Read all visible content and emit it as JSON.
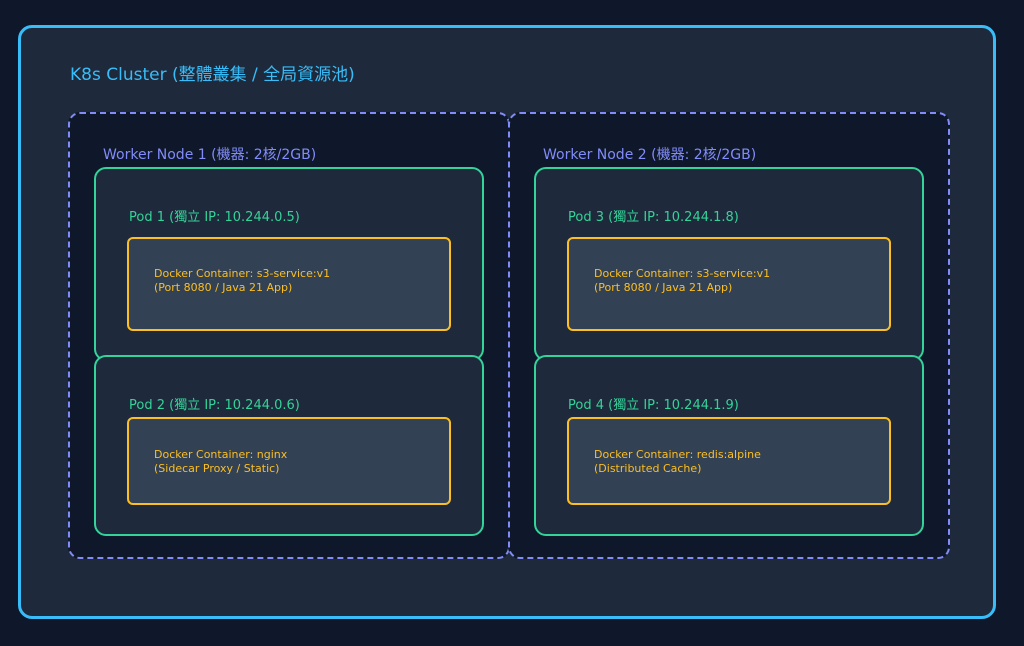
{
  "cluster": {
    "title": "K8s Cluster (整體叢集 / 全局資源池)"
  },
  "nodes": [
    {
      "title": "Worker Node 1 (機器: 2核/2GB)",
      "pods": [
        {
          "title": "Pod 1 (獨立 IP: 10.244.0.5)",
          "container": {
            "line1": "Docker Container: s3-service:v1",
            "line2": "(Port 8080 / Java 21 App)"
          }
        },
        {
          "title": "Pod 2 (獨立 IP: 10.244.0.6)",
          "container": {
            "line1": "Docker Container: nginx",
            "line2": "(Sidecar Proxy / Static)"
          }
        }
      ]
    },
    {
      "title": "Worker Node 2 (機器: 2核/2GB)",
      "pods": [
        {
          "title": "Pod 3 (獨立 IP: 10.244.1.8)",
          "container": {
            "line1": "Docker Container: s3-service:v1",
            "line2": "(Port 8080 / Java 21 App)"
          }
        },
        {
          "title": "Pod 4 (獨立 IP: 10.244.1.9)",
          "container": {
            "line1": "Docker Container: redis:alpine",
            "line2": "(Distributed Cache)"
          }
        }
      ]
    }
  ],
  "colors": {
    "cluster": "#38bdf8",
    "node": "#818cf8",
    "pod": "#34d399",
    "container": "#fbbf24"
  }
}
